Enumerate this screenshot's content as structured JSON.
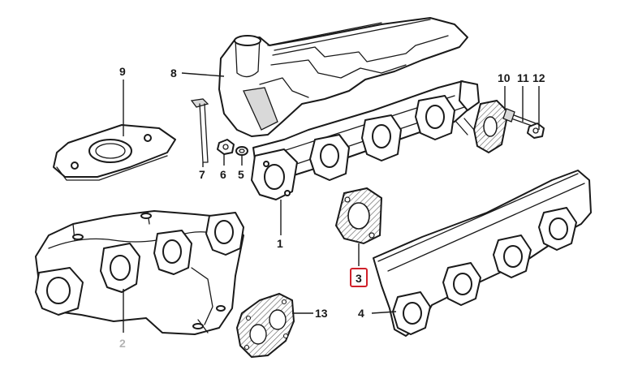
{
  "diagram": {
    "callouts": {
      "c1": "1",
      "c2": "2",
      "c3": "3",
      "c4": "4",
      "c5": "5",
      "c6": "6",
      "c7": "7",
      "c8": "8",
      "c9": "9",
      "c10": "10",
      "c11": "11",
      "c12": "12",
      "c13": "13"
    },
    "highlighted_callout": "3",
    "colors": {
      "line": "#1a1a1a",
      "highlight": "#d0202a",
      "faded_label": "#b4b4b4"
    }
  }
}
